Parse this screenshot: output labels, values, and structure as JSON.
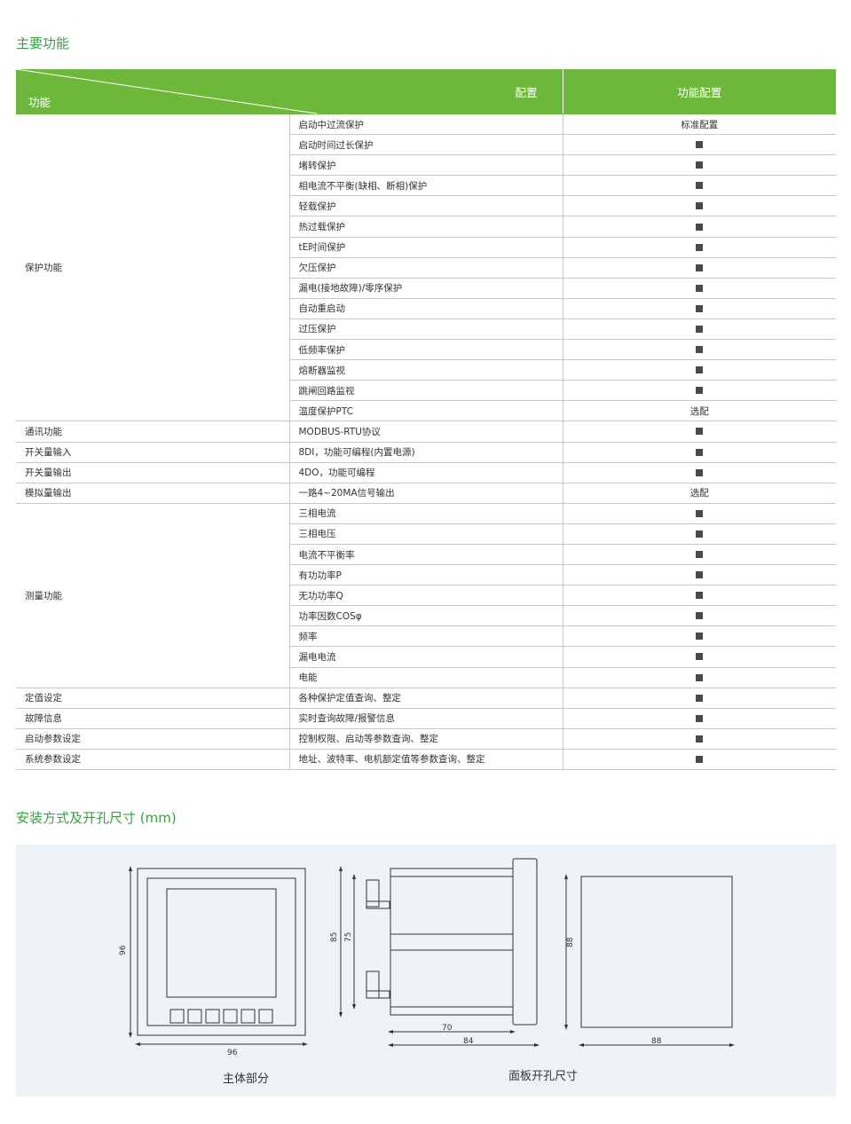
{
  "section1_title": "主要功能",
  "section2_title": "安装方式及开孔尺寸 (mm)",
  "table": {
    "header_function": "功能",
    "header_config": "配置",
    "header_config_col": "功能配置",
    "groups": [
      {
        "name": "保护功能",
        "rows": [
          {
            "item": "启动中过流保护",
            "value": "标准配置"
          },
          {
            "item": "启动时间过长保护",
            "value": "■"
          },
          {
            "item": "堵转保护",
            "value": "■"
          },
          {
            "item": "相电流不平衡(缺相、断相)保护",
            "value": "■"
          },
          {
            "item": "轻载保护",
            "value": "■"
          },
          {
            "item": "热过载保护",
            "value": "■"
          },
          {
            "item": "tE时间保护",
            "value": "■"
          },
          {
            "item": "欠压保护",
            "value": "■"
          },
          {
            "item": "漏电(接地故障)/零序保护",
            "value": "■"
          },
          {
            "item": "自动重启动",
            "value": "■"
          },
          {
            "item": "过压保护",
            "value": "■"
          },
          {
            "item": "低频率保护",
            "value": "■"
          },
          {
            "item": "熔断器监视",
            "value": "■"
          },
          {
            "item": "跳闸回路监视",
            "value": "■"
          },
          {
            "item": "温度保护PTC",
            "value": "选配"
          }
        ]
      },
      {
        "name": "通讯功能",
        "rows": [
          {
            "item": "MODBUS-RTU协议",
            "value": "■"
          }
        ]
      },
      {
        "name": "开关量输入",
        "rows": [
          {
            "item": "8DI，功能可编程(内置电源)",
            "value": "■"
          }
        ]
      },
      {
        "name": "开关量输出",
        "rows": [
          {
            "item": "4DO，功能可编程",
            "value": "■"
          }
        ]
      },
      {
        "name": "模拟量输出",
        "rows": [
          {
            "item": "一路4~20MA信号输出",
            "value": "选配"
          }
        ]
      },
      {
        "name": "测量功能",
        "rows": [
          {
            "item": "三相电流",
            "value": "■"
          },
          {
            "item": "三相电压",
            "value": "■"
          },
          {
            "item": "电流不平衡率",
            "value": "■"
          },
          {
            "item": "有功功率P",
            "value": "■"
          },
          {
            "item": "无功功率Q",
            "value": "■"
          },
          {
            "item": "功率因数COSφ",
            "value": "■"
          },
          {
            "item": "频率",
            "value": "■"
          },
          {
            "item": "漏电电流",
            "value": "■"
          },
          {
            "item": "电能",
            "value": "■"
          }
        ]
      },
      {
        "name": "定值设定",
        "rows": [
          {
            "item": "各种保护定值查询、整定",
            "value": "■"
          }
        ]
      },
      {
        "name": "故障信息",
        "rows": [
          {
            "item": "实时查询故障/报警信息",
            "value": "■"
          }
        ]
      },
      {
        "name": "启动参数设定",
        "rows": [
          {
            "item": "控制权限、启动等参数查询、整定",
            "value": "■"
          }
        ]
      },
      {
        "name": "系统参数设定",
        "rows": [
          {
            "item": "地址、波特率、电机额定值等参数查询、整定",
            "value": "■"
          }
        ]
      }
    ]
  },
  "diagram": {
    "front": {
      "width_label": "96",
      "height_label": "96",
      "caption": "主体部分"
    },
    "side": {
      "h_outer": "85",
      "h_inner": "75",
      "depth_inner": "70",
      "depth_outer": "84"
    },
    "cutout": {
      "height_label": "88",
      "width_label": "88",
      "caption": "面板开孔尺寸"
    },
    "colors": {
      "line": "#333333",
      "bg": "#eef3f8"
    }
  }
}
